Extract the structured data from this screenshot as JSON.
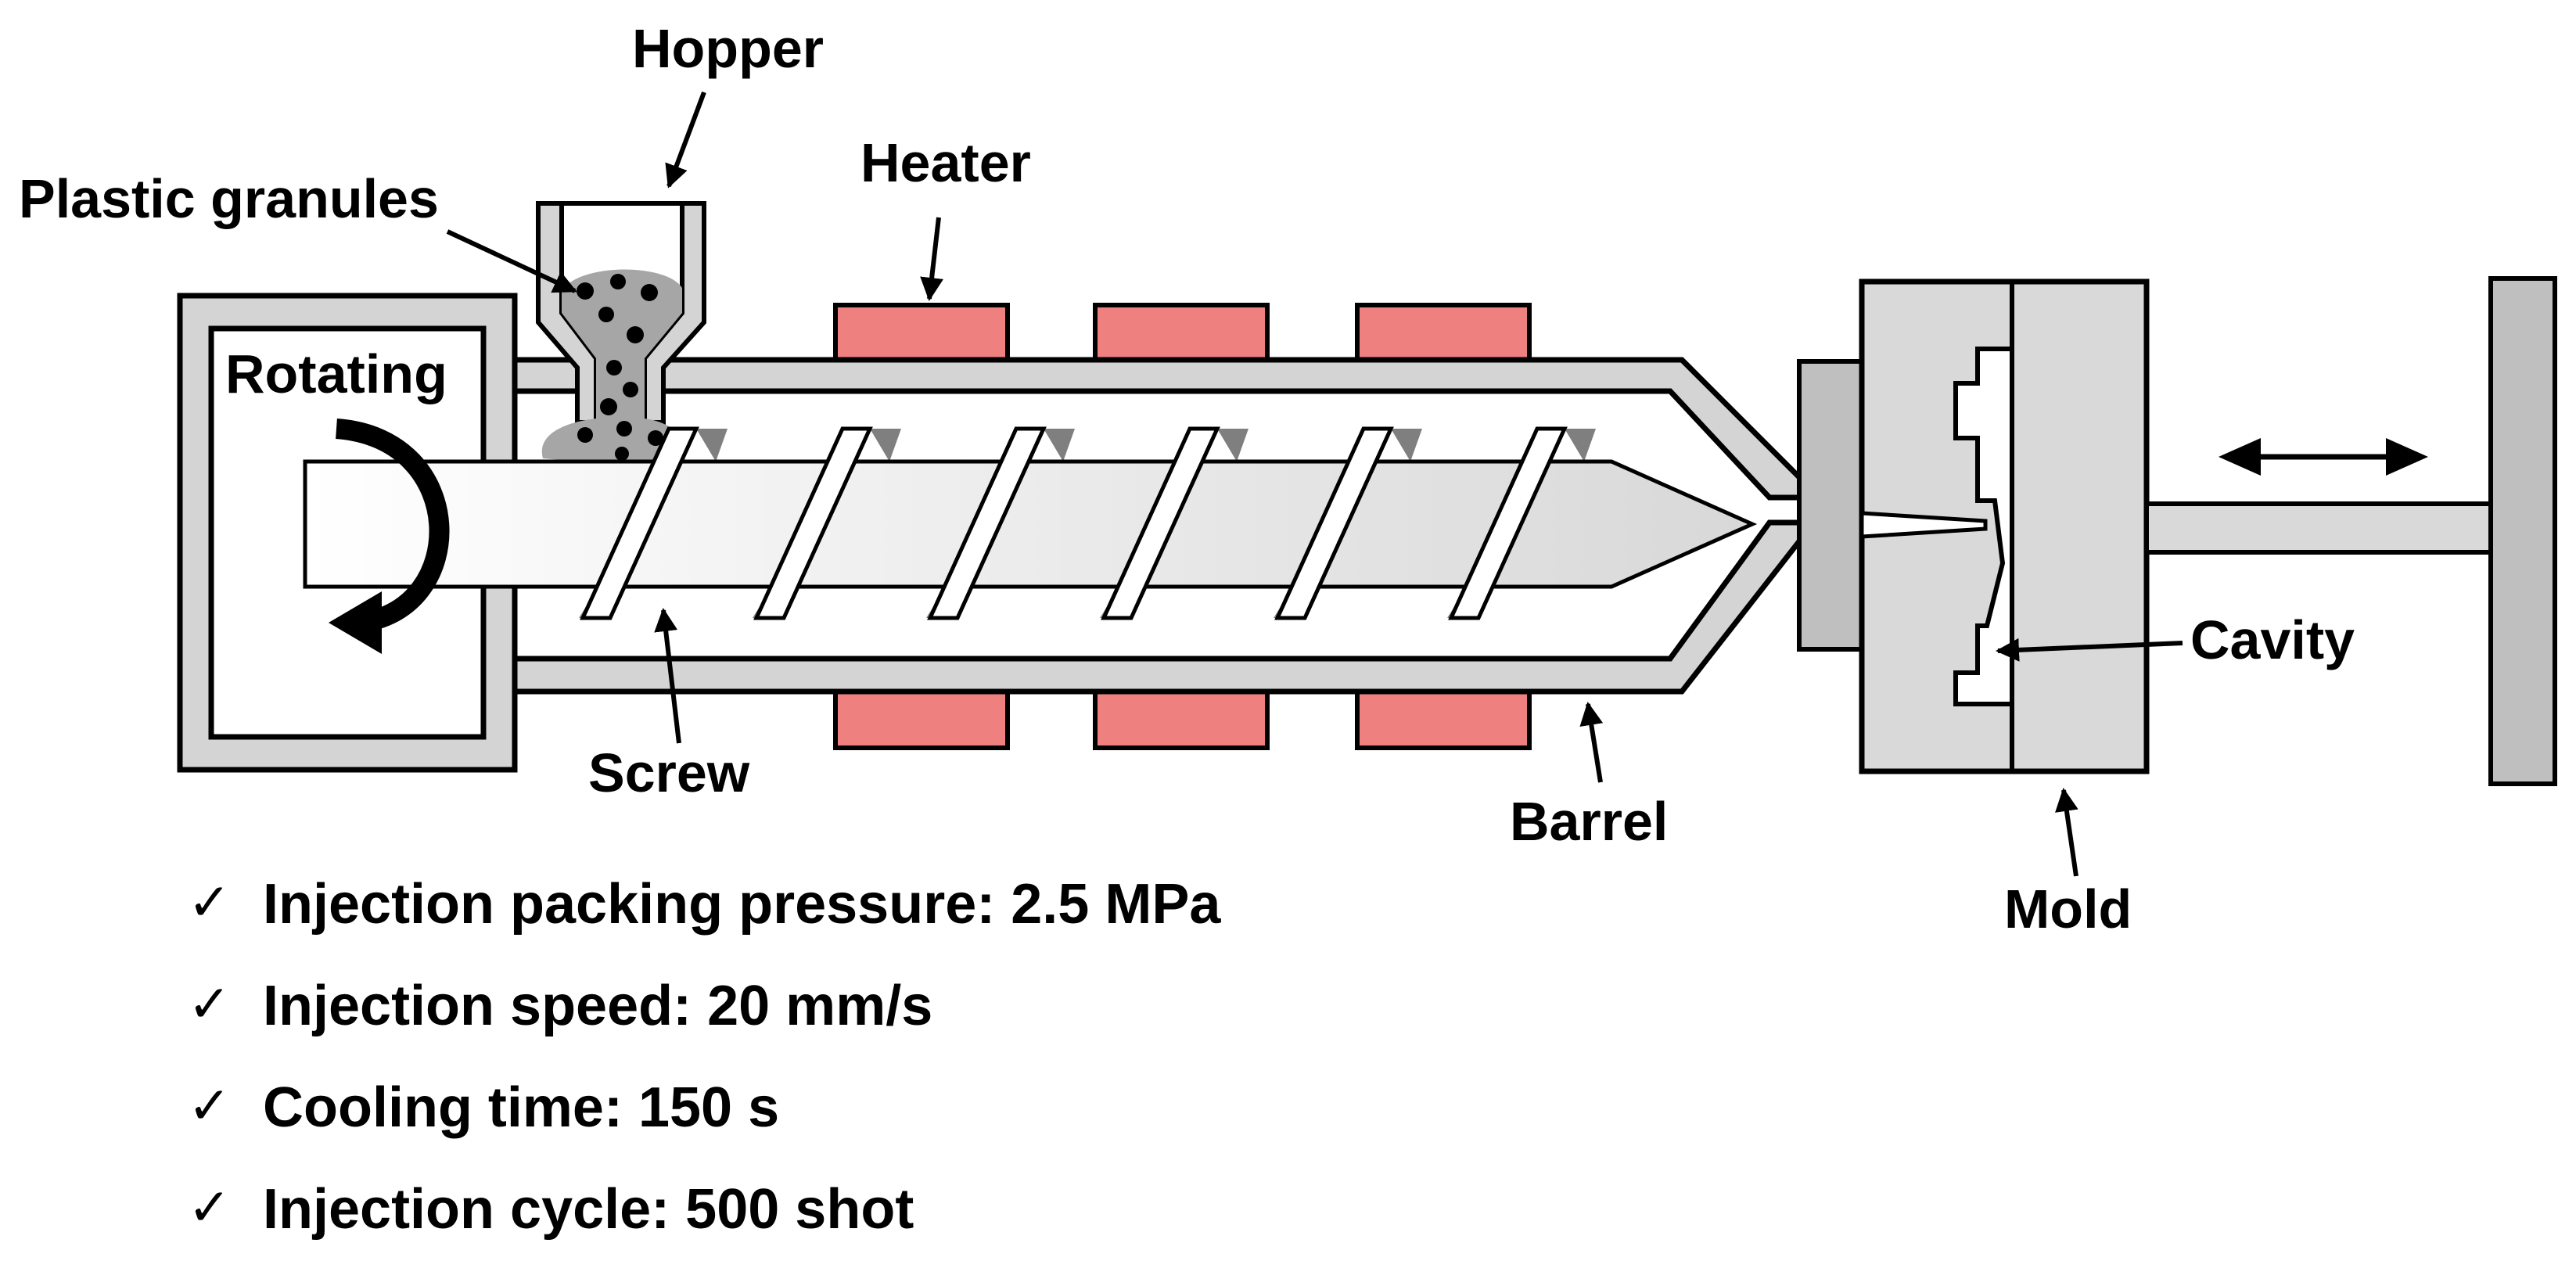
{
  "labels": {
    "hopper": "Hopper",
    "plastic_granules": "Plastic granules",
    "heater": "Heater",
    "rotating": "Rotating",
    "screw": "Screw",
    "barrel": "Barrel",
    "cavity": "Cavity",
    "mold": "Mold"
  },
  "specs": [
    {
      "check": "✓",
      "text": "Injection packing pressure: 2.5 MPa"
    },
    {
      "check": "✓",
      "text": "Injection speed: 20 mm/s"
    },
    {
      "check": "✓",
      "text": "Cooling time: 150 s"
    },
    {
      "check": "✓",
      "text": "Injection cycle: 500 shot"
    }
  ],
  "colors": {
    "heater": "#ef8080",
    "body_gray": "#d4d4d4",
    "mold_gray": "#d9d9d9",
    "granule_gray": "#a6a6a6",
    "flight_shadow": "#7f7f7f",
    "outline": "#000000"
  }
}
